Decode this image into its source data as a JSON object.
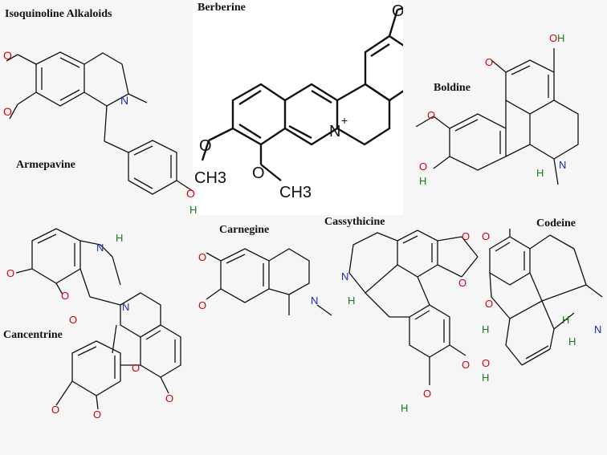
{
  "heading": "Isoquinoline Alkaloids",
  "compounds": [
    {
      "id": "berberine",
      "name": "Berberine"
    },
    {
      "id": "armepavine",
      "name": "Armepavine"
    },
    {
      "id": "boldine",
      "name": "Boldine"
    },
    {
      "id": "cancentrine",
      "name": "Cancentrine"
    },
    {
      "id": "carnegine",
      "name": "Carnegine"
    },
    {
      "id": "cassythicine",
      "name": "Cassythicine"
    },
    {
      "id": "codeine",
      "name": "Codeine"
    }
  ],
  "atom_labels": {
    "O": "O",
    "N": "N",
    "H": "H",
    "N_plus": "N+",
    "CH3": "CH3",
    "OH": "OH"
  },
  "colors": {
    "background": "#f6f6f6",
    "berberine_panel": "#ffffff",
    "bond": "#111111",
    "oxygen": "#d2000a",
    "nitrogen": "#1c28b4",
    "hydrogen": "#1a7a1a"
  }
}
